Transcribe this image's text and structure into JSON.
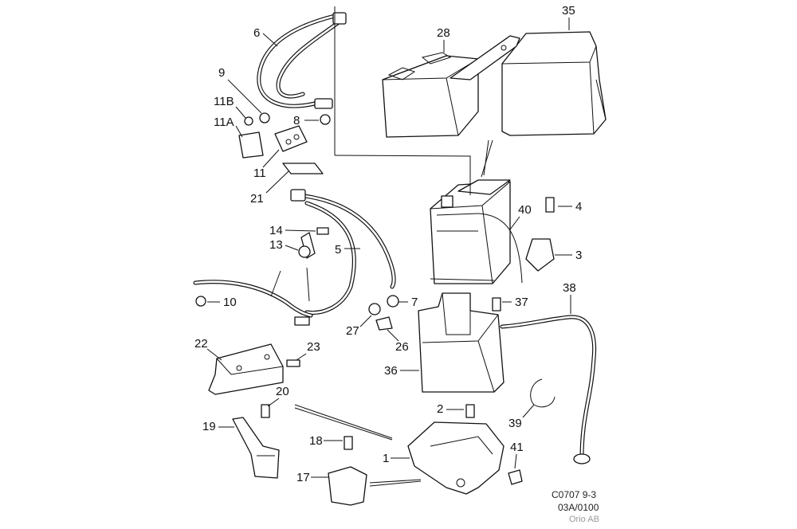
{
  "diagram": {
    "callouts": [
      "35",
      "28",
      "6",
      "9",
      "11B",
      "11A",
      "8",
      "11",
      "21",
      "4",
      "40",
      "14",
      "13",
      "5",
      "3",
      "10",
      "7",
      "37",
      "38",
      "27",
      "26",
      "22",
      "23",
      "36",
      "20",
      "2",
      "39",
      "19",
      "18",
      "41",
      "1",
      "17"
    ],
    "ref_code": "C0707 9-3",
    "ref_date": "03A/0100",
    "ref_source": "Orio AB"
  }
}
